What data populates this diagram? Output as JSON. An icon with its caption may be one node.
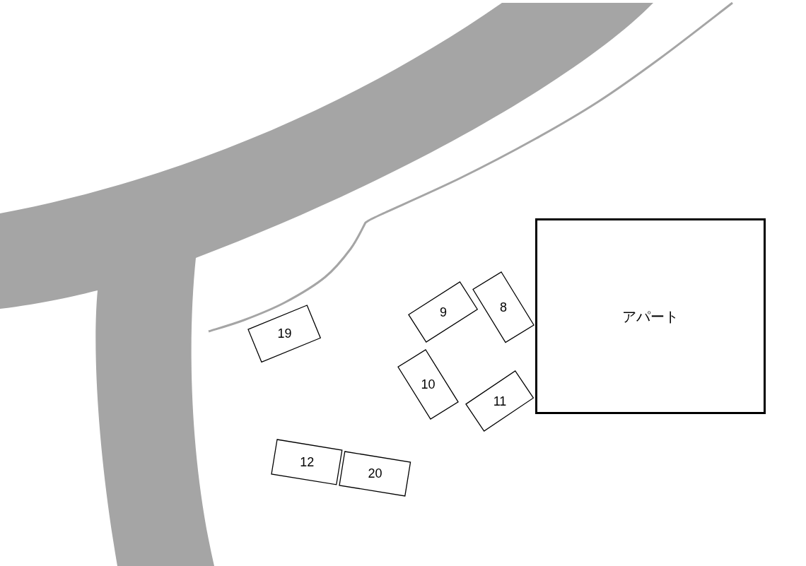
{
  "diagram": {
    "nodes": [
      {
        "text": [
          "アパート"
        ]
      },
      {
        "text": [
          "9"
        ]
      },
      {
        "text": [
          "8"
        ]
      },
      {
        "text": [
          "19"
        ]
      },
      {
        "text": [
          "10"
        ]
      },
      {
        "text": [
          "11"
        ]
      },
      {
        "text": [
          "12"
        ]
      },
      {
        "text": [
          "20"
        ]
      }
    ]
  }
}
